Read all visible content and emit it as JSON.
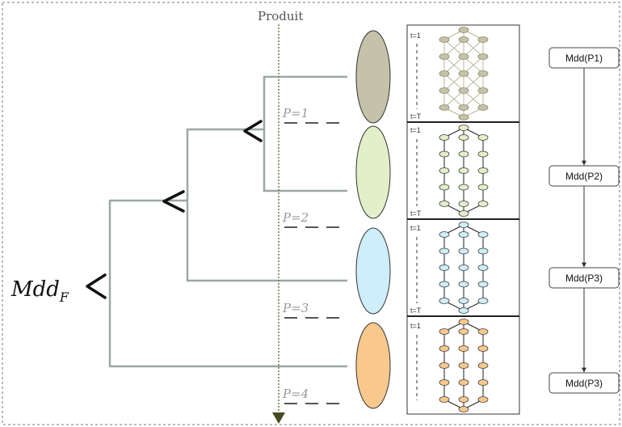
{
  "product_axis_label": "Produit",
  "root_label": {
    "base": "Mdd",
    "sub": "F"
  },
  "partitions": [
    {
      "label": "P=1"
    },
    {
      "label": "P=2"
    },
    {
      "label": "P=3"
    },
    {
      "label": "P=4"
    }
  ],
  "panels": [
    {
      "t_start": "t=1",
      "t_end": "t=T",
      "color": "#c4c2a8"
    },
    {
      "t_start": "t=1",
      "t_end": "t=T",
      "color": "#e2efc8"
    },
    {
      "t_start": "t=1",
      "t_end": "t=T",
      "color": "#cdeefa"
    },
    {
      "t_start": "t=1",
      "t_end": "",
      "color": "#f9c88c"
    }
  ],
  "ellipse_colors": [
    "#c4c2a8",
    "#e2efc8",
    "#cdeefa",
    "#f9c88c"
  ],
  "chain_boxes": [
    {
      "label": "Mdd(P1)"
    },
    {
      "label": "Mdd(P2)"
    },
    {
      "label": "Mdd(P3)"
    },
    {
      "label": "Mdd(P3)"
    }
  ]
}
